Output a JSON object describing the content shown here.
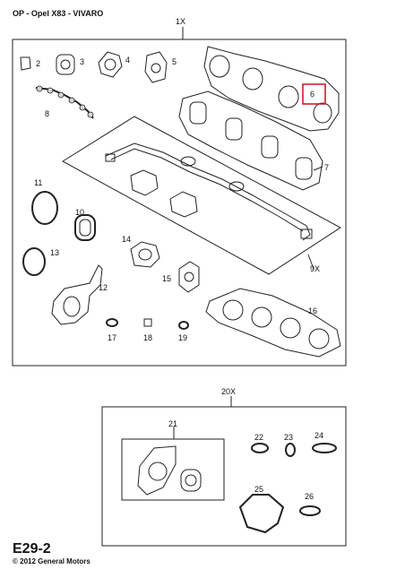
{
  "header": {
    "title": "OP - Opel X83 - VIVARO"
  },
  "footer": {
    "code": "E29-2",
    "copyright": "© 2012 General Motors"
  },
  "kit1": {
    "qty": "1X"
  },
  "kit2": {
    "qty": "20X"
  },
  "subkit": {
    "qty": "9X"
  },
  "callouts": {
    "c2": "2",
    "c3": "3",
    "c4": "4",
    "c5": "5",
    "c6": "6",
    "c7": "7",
    "c8": "8",
    "c10": "10",
    "c11": "11",
    "c12": "12",
    "c13": "13",
    "c14": "14",
    "c15": "15",
    "c16": "16",
    "c17": "17",
    "c18": "18",
    "c19": "19",
    "c21": "21",
    "c22": "22",
    "c23": "23",
    "c24": "24",
    "c25": "25",
    "c26": "26"
  },
  "highlight_color": "#cc1f2d"
}
